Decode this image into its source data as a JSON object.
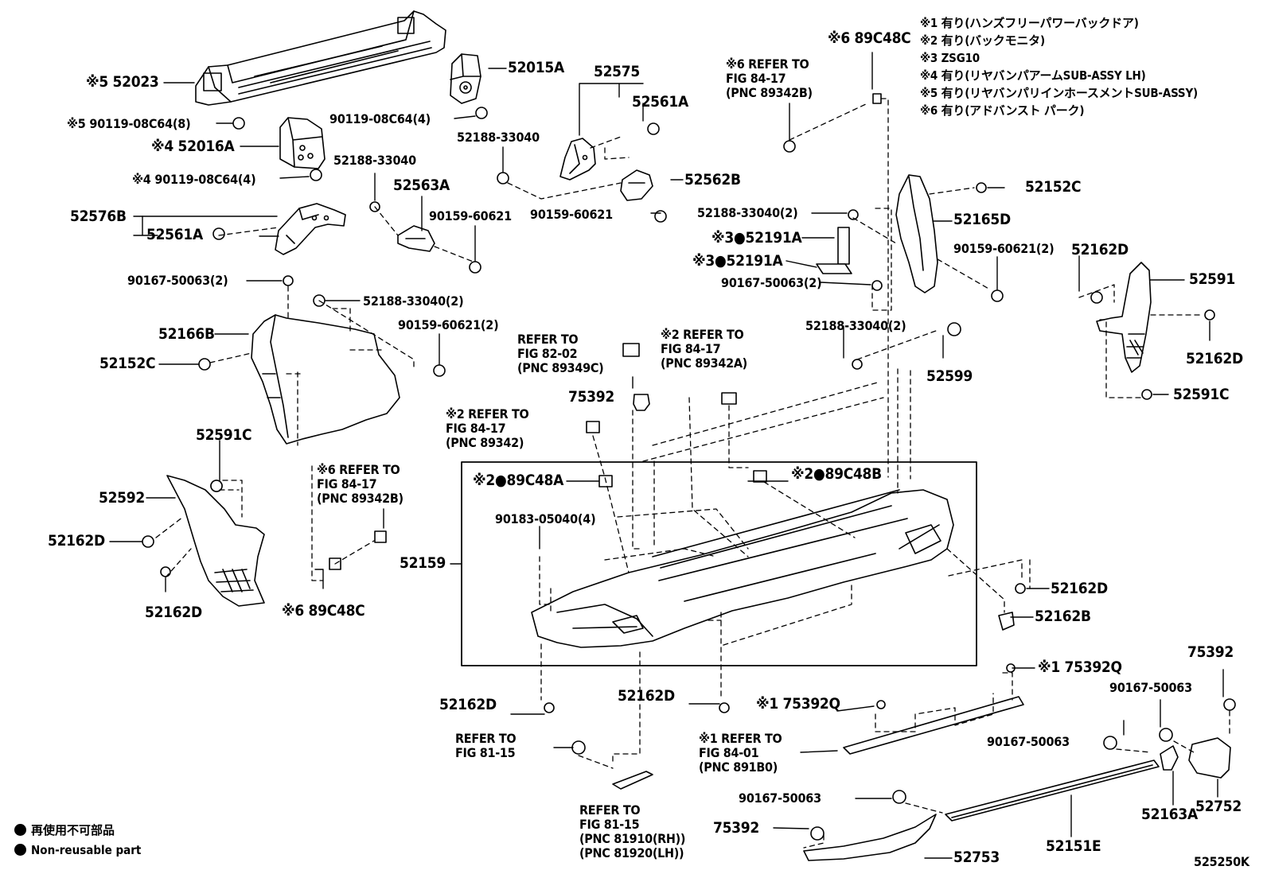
{
  "notes": [
    "※1 有り(ハンズフリーパワーバックドア)",
    "※2 有り(バックモニタ)",
    "※3 ZSG10",
    "※4 有り(リヤバンパアームSUB-ASSY LH)",
    "※5 有り(リヤバンパリインホースメントSUB-ASSY)",
    "※6 有り(アドバンスト パーク)"
  ],
  "legend": {
    "symbol": "●",
    "jp": "再使用不可部品",
    "en": "Non-reusable part"
  },
  "figure_code": "525250K",
  "labels": {
    "l01": "※5 52023",
    "l02": "※5 90119-08C64(8)",
    "l03": "※4 52016A",
    "l04": "※4 90119-08C64(4)",
    "l05": "52576B",
    "l06": "52561A",
    "l07": "52188-33040",
    "l08": "52563A",
    "l09": "90159-60621",
    "l10": "52015A",
    "l11": "90119-08C64(4)",
    "l12": "52575",
    "l13": "52561A",
    "l14": "52188-33040",
    "l15": "52562B",
    "l16": "90159-60621",
    "l17": "※6 89C48C",
    "l18": "※6 REFER TO\nFIG 84-17\n(PNC 89342B)",
    "l19": "52152C",
    "l20": "52165D",
    "l21": "52188-33040(2)",
    "l22": "※3●52191A",
    "l23": "※3●52191A",
    "l24": "90159-60621(2)",
    "l25": "90167-50063(2)",
    "l26": "52162D",
    "l27": "52591",
    "l28": "52162D",
    "l29": "52591C",
    "l30": "90167-50063(2)",
    "l31": "52188-33040(2)",
    "l32": "52166B",
    "l33": "90159-60621(2)",
    "l34": "52152C",
    "l35": "REFER TO\nFIG 82-02\n(PNC 89349C)",
    "l36": "※2 REFER TO\nFIG 84-17\n(PNC 89342A)",
    "l37": "52188-33040(2)",
    "l38": "52599",
    "l39": "75392",
    "l40": "※2 REFER TO\nFIG 84-17\n(PNC 89342)",
    "l41": "52591C",
    "l42": "52592",
    "l43": "52162D",
    "l44": "52162D",
    "l45": "※6 REFER TO\nFIG 84-17\n(PNC 89342B)",
    "l46": "※6 89C48C",
    "l47": "※2●89C48A",
    "l48": "※2●89C48B",
    "l49": "90183-05040(4)",
    "l50": "52159",
    "l51": "52162D",
    "l52": "52162B",
    "l53": "※1 75392Q",
    "l54": "52162D",
    "l55": "52162D",
    "l56": "※1 75392Q",
    "l57": "REFER TO\nFIG 81-15",
    "l58": "※1 REFER TO\nFIG 84-01\n(PNC 891B0)",
    "l59": "75392",
    "l60": "90167-50063",
    "l61": "90167-50063",
    "l62": "REFER TO\nFIG 81-15\n(PNC 81910(RH))\n(PNC 81920(LH))",
    "l63": "90167-50063",
    "l64": "75392",
    "l65": "52753",
    "l66": "52151E",
    "l67": "52163A",
    "l68": "52752"
  }
}
